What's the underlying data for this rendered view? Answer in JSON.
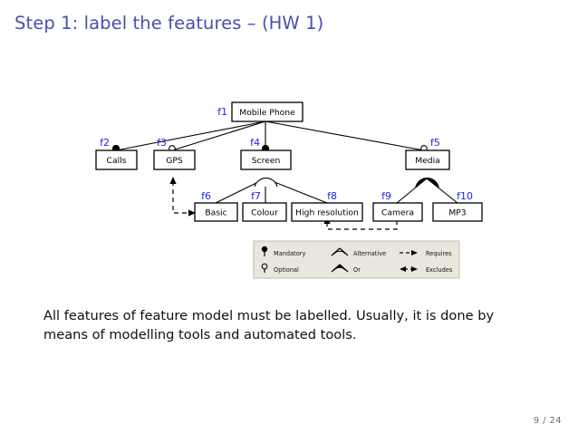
{
  "slide": {
    "title": "Step 1: label the features – (HW 1)",
    "title_color": "#4B50B0",
    "page_number": "9 / 24",
    "body_text": "All features of feature model must be labelled. Usually, it is done by means of modelling tools and automated tools."
  },
  "diagram": {
    "type": "feature-model",
    "label_color": "#2222EE",
    "nodes": [
      {
        "id": "f1",
        "label": "Mobile Phone",
        "tag": "f1",
        "level": 0,
        "marker": "none"
      },
      {
        "id": "f2",
        "label": "Calls",
        "tag": "f2",
        "level": 1,
        "marker": "mandatory"
      },
      {
        "id": "f3",
        "label": "GPS",
        "tag": "f3",
        "level": 1,
        "marker": "optional"
      },
      {
        "id": "f4",
        "label": "Screen",
        "tag": "f4",
        "level": 1,
        "marker": "mandatory"
      },
      {
        "id": "f5",
        "label": "Media",
        "tag": "f5",
        "level": 1,
        "marker": "optional"
      },
      {
        "id": "f6",
        "label": "Basic",
        "tag": "f6",
        "level": 2,
        "marker": "none"
      },
      {
        "id": "f7",
        "label": "Colour",
        "tag": "f7",
        "level": 2,
        "marker": "none"
      },
      {
        "id": "f8",
        "label": "High resolution",
        "tag": "f8",
        "level": 2,
        "marker": "none"
      },
      {
        "id": "f9",
        "label": "Camera",
        "tag": "f9",
        "level": 2,
        "marker": "none"
      },
      {
        "id": "f10",
        "label": "MP3",
        "tag": "f10",
        "level": 2,
        "marker": "none"
      }
    ],
    "groups": [
      {
        "parent": "f4",
        "kind": "alternative",
        "children": [
          "f6",
          "f7",
          "f8"
        ]
      },
      {
        "parent": "f5",
        "kind": "or",
        "children": [
          "f9",
          "f10"
        ]
      }
    ],
    "constraints": [
      {
        "from": "f6",
        "to": "f3",
        "kind": "requires"
      },
      {
        "from": "f9",
        "to": "f8",
        "kind": "requires"
      }
    ]
  },
  "legend": {
    "background": "#e9e7dd",
    "items": [
      {
        "icon": "mandatory-icon",
        "label": "Mandatory"
      },
      {
        "icon": "alternative-icon",
        "label": "Alternative"
      },
      {
        "icon": "requires-icon",
        "label": "Requires"
      },
      {
        "icon": "optional-icon",
        "label": "Optional"
      },
      {
        "icon": "or-icon",
        "label": "Or"
      },
      {
        "icon": "excludes-icon",
        "label": "Excludes"
      }
    ]
  }
}
